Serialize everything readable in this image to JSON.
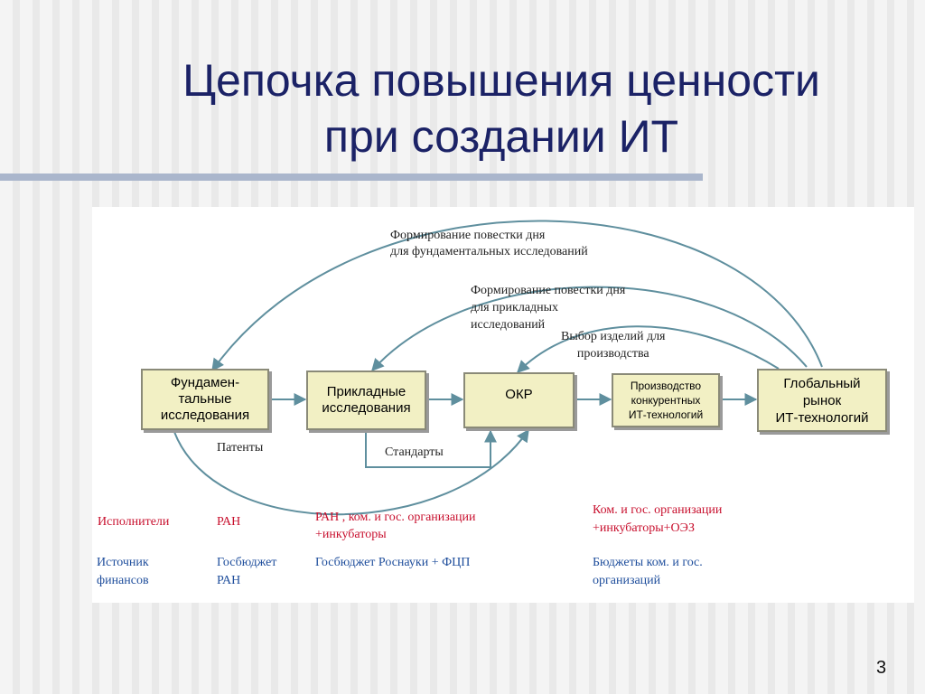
{
  "title": "Цепочка повышения ценности\nпри создании ИТ",
  "page_number": "3",
  "boxes": {
    "fundamental": "Фундамен-\nтальные\nисследования",
    "applied": "Прикладные\nисследования",
    "okr": "ОКР",
    "production": "Производство\nконкурентных\nИТ-технологий",
    "market": "Глобальный\nрынок\nИТ-технологий"
  },
  "arc_labels": {
    "fundamental_agenda": "Формирование повестки дня\nдля фундаментальных исследований",
    "applied_agenda": "Формирование повестки дня\nдля прикладных\nисследований",
    "product_selection": "Выбор изделий для\nпроизводства",
    "patents": "Патенты",
    "standards": "Стандарты"
  },
  "rows": {
    "executors": {
      "label": "Исполнители",
      "col1": "РАН",
      "col2": "РАН , ком. и гос. организации\n+инкубаторы",
      "col3": "Ком. и гос. организации\n+инкубаторы+ОЭЗ"
    },
    "funding": {
      "label": "Источник\nфинансов",
      "col1": "Госбюджет\nРАН",
      "col2": "Госбюджет Роснауки + ФЦП",
      "col3": "Бюджеты ком. и гос.\nорганизаций"
    }
  },
  "colors": {
    "title": "#1b2266",
    "arrow": "#5f8f9e",
    "box_fill": "#f2f0c4",
    "red_text": "#c8102e",
    "blue_text": "#1f4e9c"
  }
}
